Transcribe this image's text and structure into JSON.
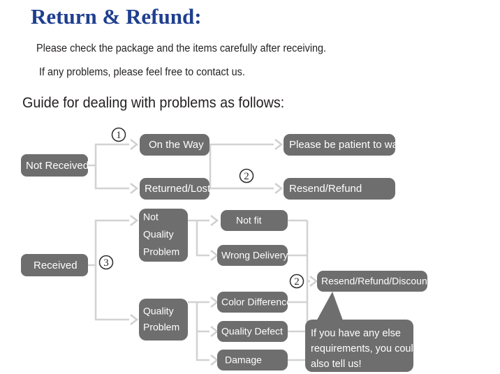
{
  "header": {
    "title": "Return & Refund:",
    "line1": "Please check the package and the items carefully after receiving.",
    "line2": "If any problems, please feel free to contact us.",
    "guide": "Guide for dealing with problems as follows:"
  },
  "colors": {
    "title": "#1f3f8f",
    "body_text": "#231f20",
    "node_fill": "#6e6e6e",
    "node_text": "#ffffff",
    "connector": "#d2d2d2",
    "background": "#ffffff"
  },
  "flow": {
    "nodes": {
      "not_received": "Not Received",
      "on_the_way": "On the Way",
      "returned_lost": "Returned/Lost",
      "please_wait": "Please be patient to wait",
      "resend_refund": "Resend/Refund",
      "received": "Received",
      "not_quality_problem_l1": "Not",
      "not_quality_problem_l2": "Quality",
      "not_quality_problem_l3": "Problem",
      "quality_problem_l1": "Quality",
      "quality_problem_l2": "Problem",
      "not_fit": "Not fit",
      "wrong_delivery": "Wrong Delivery",
      "color_difference": "Color Difference",
      "quality_defect": "Quality Defect",
      "damage": "Damage",
      "resend_refund_discount": "Resend/Refund/Discount"
    },
    "step_markers": {
      "one": "①",
      "two_top": "②",
      "three": "③",
      "two_bottom": "②"
    },
    "step_numbers": {
      "one": "1",
      "two_top": "2",
      "three": "3",
      "two_bottom": "2"
    },
    "callout": {
      "line1": "If you have any else",
      "line2": "requirements, you could",
      "line3": "also tell us!"
    }
  }
}
